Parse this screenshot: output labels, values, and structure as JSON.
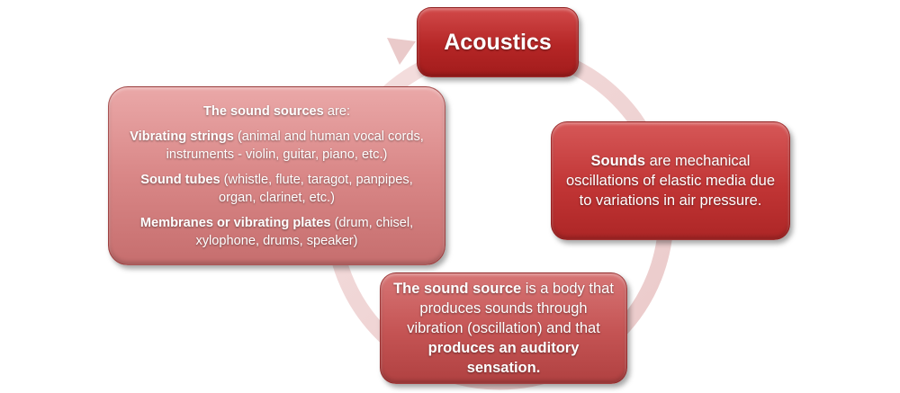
{
  "diagram": {
    "type": "cycle",
    "colors": {
      "primary": "#b52626",
      "secondary": "#c13535",
      "tertiary": "#c45353",
      "light": "#d98787",
      "arrow": "#efd2d2"
    },
    "nodes": {
      "acoustics": {
        "title": "Acoustics"
      },
      "sounds": {
        "bold": "Sounds",
        "text": " are mechanical oscillations of elastic media due to variations in air pressure."
      },
      "sound_source": {
        "bold1": "The sound source",
        "text1": " is a body that produces sounds through vibration (oscillation) and that ",
        "bold2": "produces an auditory sensation."
      },
      "sound_sources": {
        "heading_bold": "The sound sources",
        "heading_text": " are:",
        "items": [
          {
            "bold": "Vibrating strings",
            "text": " (animal and human vocal cords, instruments - violin, guitar, piano, etc.)"
          },
          {
            "bold": "Sound tubes",
            "text": " (whistle, flute, taragot, panpipes, organ, clarinet, etc.)"
          },
          {
            "bold": "Membranes or vibrating plates",
            "text": " (drum, chisel, xylophone, drums, speaker)"
          }
        ]
      }
    }
  }
}
